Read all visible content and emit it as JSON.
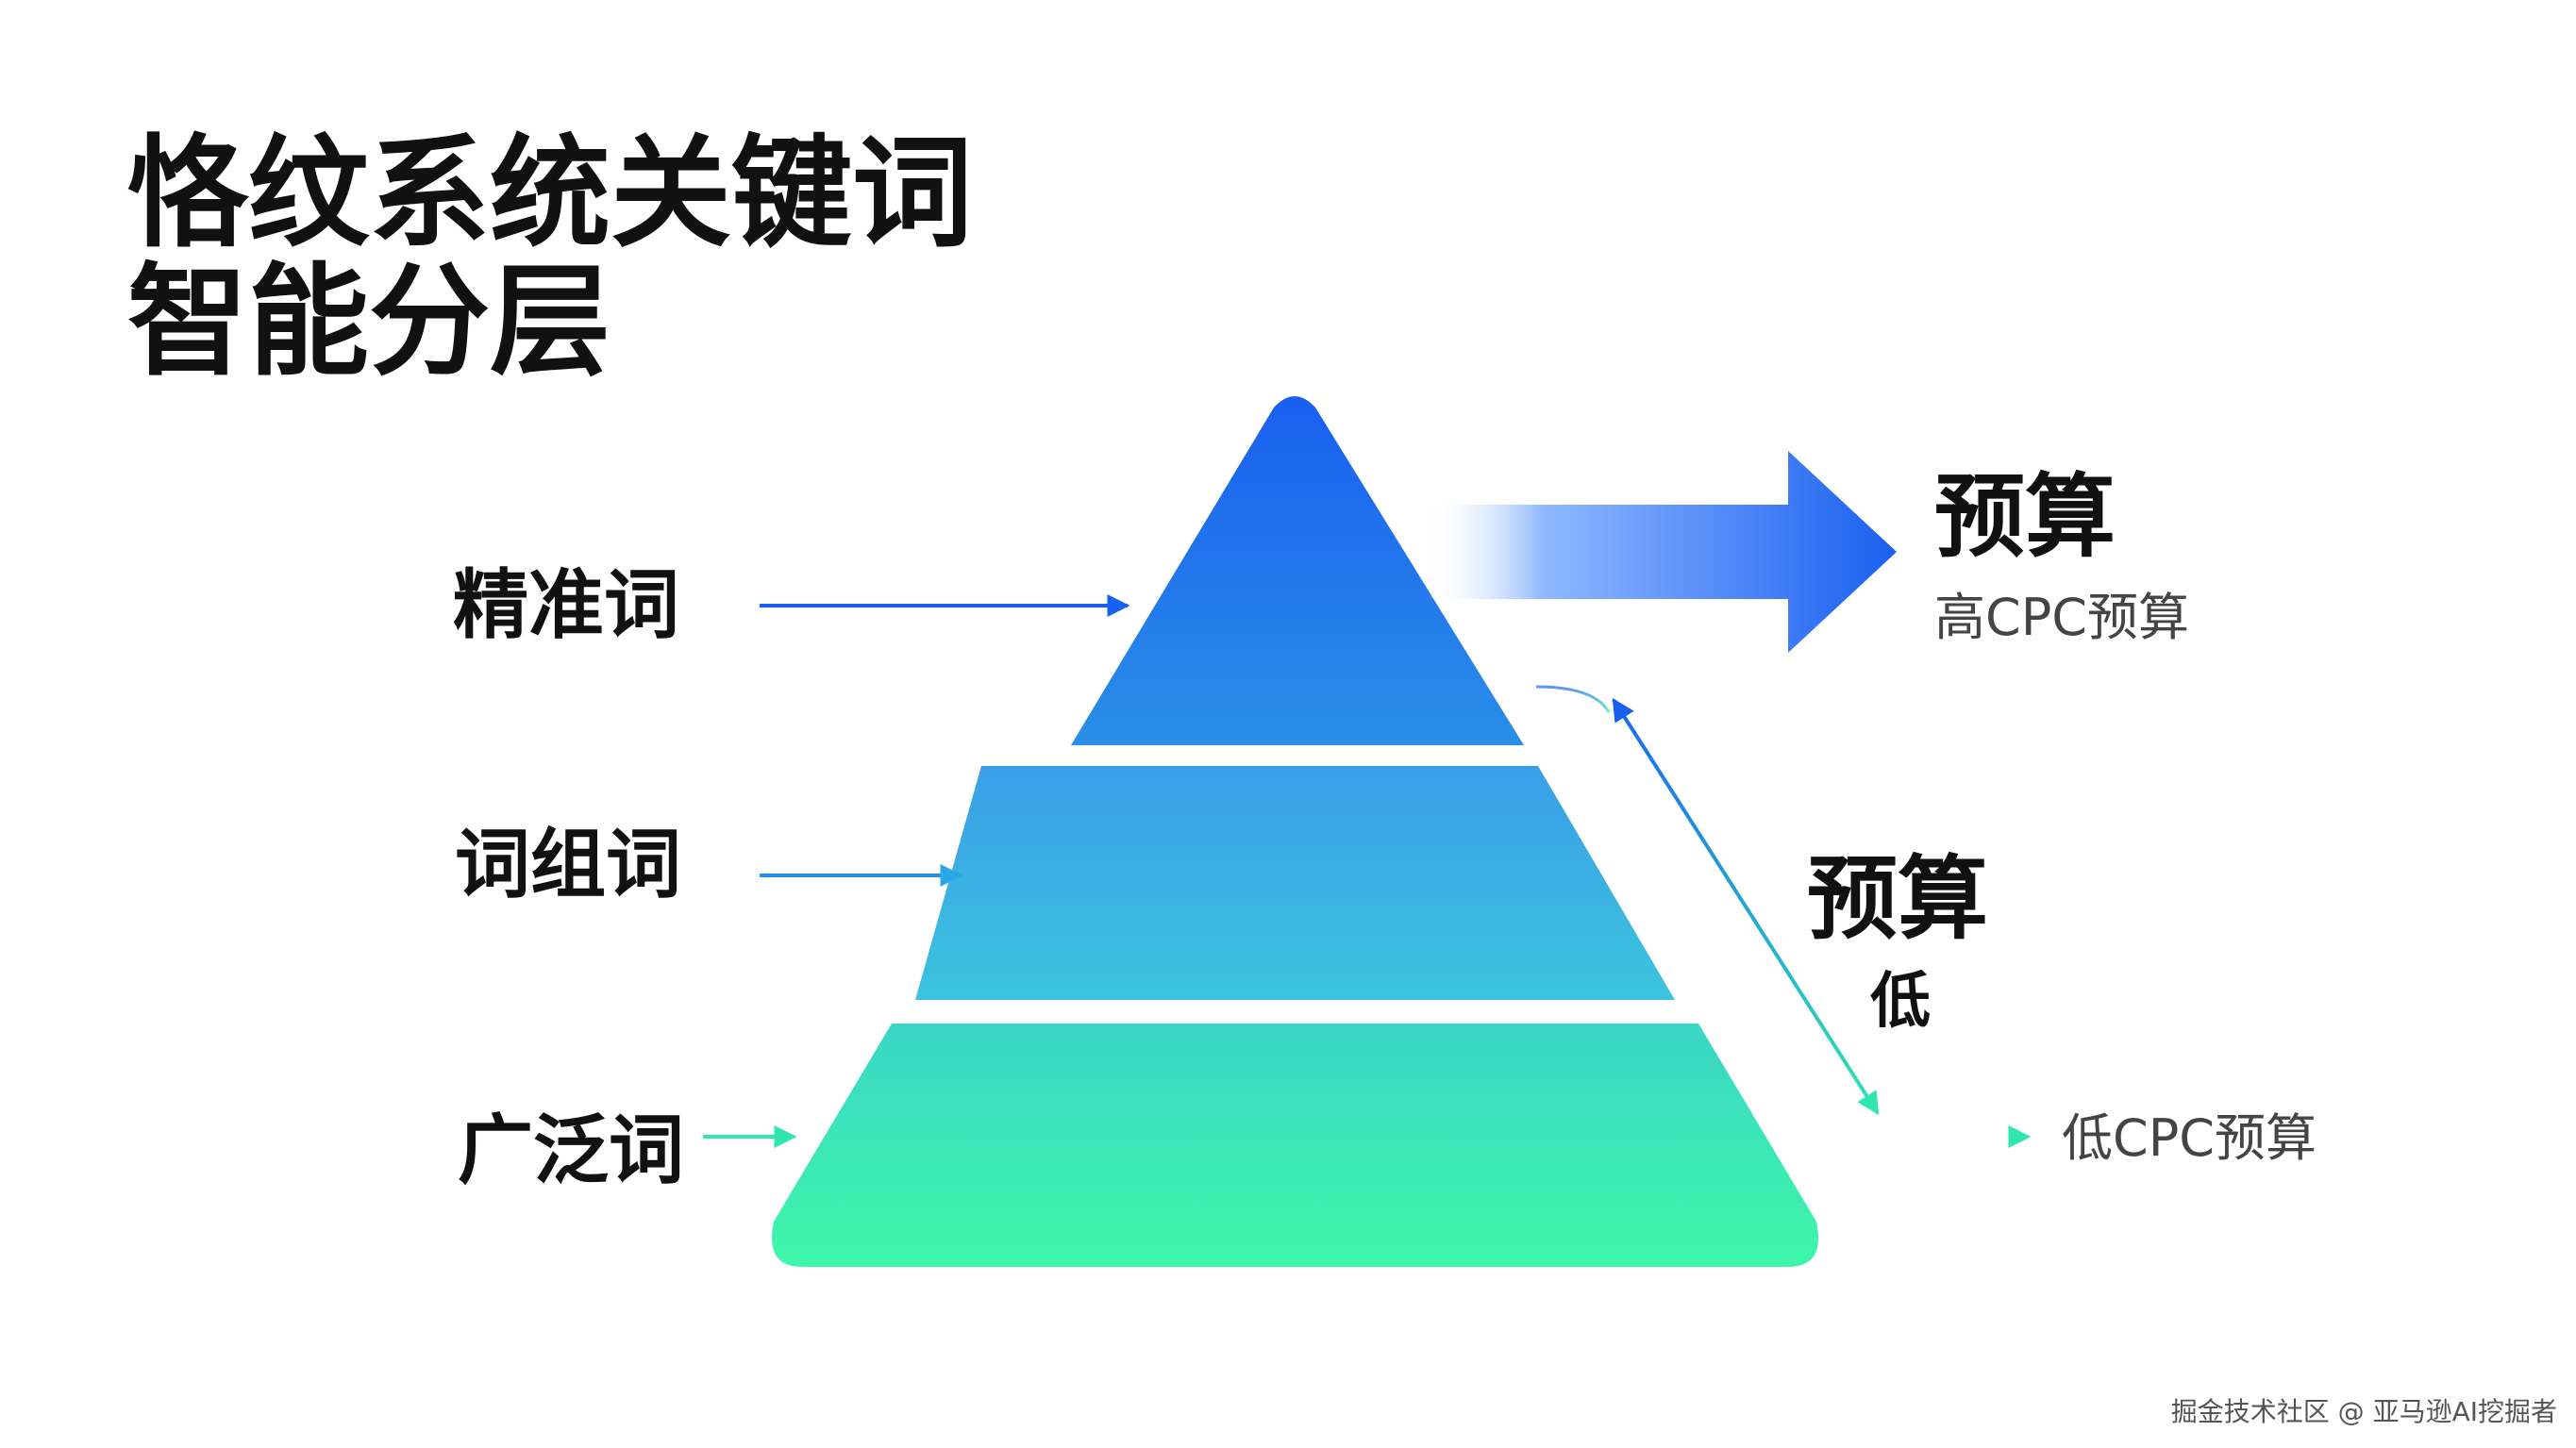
{
  "title": {
    "line1": "恪纹系统关键词",
    "line2": "智能分层"
  },
  "layers": [
    {
      "id": "top",
      "label": "精准词",
      "color": "#1a66f0"
    },
    {
      "id": "middle",
      "label": "词组词",
      "color": "#3aa5e6"
    },
    {
      "id": "bottom",
      "label": "广泛词",
      "color": "#3ef0b0"
    }
  ],
  "high_budget": {
    "heading": "预算",
    "sub": "高CPC预算",
    "arrow_color": "#1a5ff0"
  },
  "mid_budget": {
    "heading": "预算",
    "low": "低"
  },
  "low_budget": {
    "sub": "低CPC预算",
    "arrow_color": "#2fe6b0"
  },
  "watermark": "掘金技术社区 @ 亚马逊AI挖掘者"
}
